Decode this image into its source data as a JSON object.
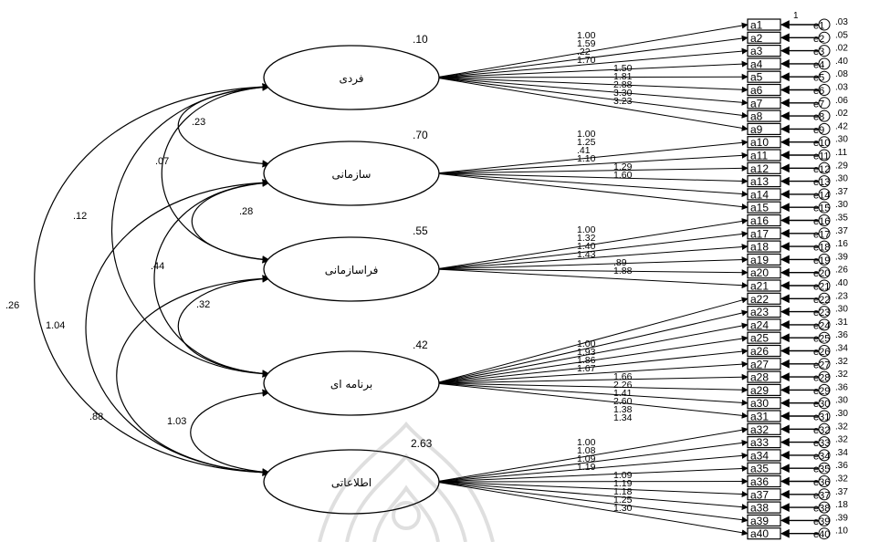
{
  "factors": [
    {
      "id": "f1",
      "label": "فردی",
      "variance": ".10",
      "loadings": [
        "1.00",
        "1.59",
        ".22",
        "1.70",
        "1.50",
        "1.81",
        "2.88",
        "3.30",
        "3.23"
      ]
    },
    {
      "id": "f2",
      "label": "سازمانی",
      "variance": ".70",
      "loadings": [
        "1.00",
        "1.25",
        ".41",
        "1.10",
        "1.29",
        "1.60"
      ]
    },
    {
      "id": "f3",
      "label": "فراسازمانی",
      "variance": ".55",
      "loadings": [
        "1.00",
        "1.32",
        "1.40",
        "1.43",
        ".89",
        "1.88"
      ]
    },
    {
      "id": "f4",
      "label": "برنامه ای",
      "variance": ".42",
      "loadings": [
        "1.00",
        "1.93",
        "1.86",
        "1.67",
        "1.66",
        "2.26",
        "1.41",
        "2.60",
        "1.38",
        "1.34"
      ]
    },
    {
      "id": "f5",
      "label": "اطلاعاتی",
      "variance": "2.63",
      "loadings": [
        "1.00",
        "1.08",
        "1.09",
        "1.19",
        "1.09",
        "1.19",
        "1.18",
        "1.25",
        "1.30"
      ]
    }
  ],
  "covariances": [
    {
      "from": "f1",
      "to": "f2",
      "value": ".23"
    },
    {
      "from": "f1",
      "to": "f3",
      "value": ".07"
    },
    {
      "from": "f1",
      "to": "f4",
      "value": ".12"
    },
    {
      "from": "f1",
      "to": "f5",
      "value": ".26"
    },
    {
      "from": "f2",
      "to": "f3",
      "value": ".28"
    },
    {
      "from": "f2",
      "to": "f4",
      "value": ".44"
    },
    {
      "from": "f2",
      "to": "f5",
      "value": "1.04"
    },
    {
      "from": "f3",
      "to": "f4",
      "value": ".32"
    },
    {
      "from": "f3",
      "to": "f5",
      "value": ".88"
    },
    {
      "from": "f4",
      "to": "f5",
      "value": "1.03"
    }
  ],
  "indicators": [
    {
      "label": "a1",
      "error": "e1",
      "err_var": ".03"
    },
    {
      "label": "a2",
      "error": "e2",
      "err_var": ".05"
    },
    {
      "label": "a3",
      "error": "e3",
      "err_var": ".02"
    },
    {
      "label": "a4",
      "error": "e4",
      "err_var": ".40"
    },
    {
      "label": "a5",
      "error": "e5",
      "err_var": ".08"
    },
    {
      "label": "a6",
      "error": "e6",
      "err_var": ".03"
    },
    {
      "label": "a7",
      "error": "e7",
      "err_var": ".06"
    },
    {
      "label": "a8",
      "error": "e8",
      "err_var": ".02"
    },
    {
      "label": "a9",
      "error": "e9",
      "err_var": ".42"
    },
    {
      "label": "a10",
      "error": "e10",
      "err_var": ".30"
    },
    {
      "label": "a11",
      "error": "e11",
      "err_var": ".11"
    },
    {
      "label": "a12",
      "error": "e12",
      "err_var": ".29"
    },
    {
      "label": "a13",
      "error": "e13",
      "err_var": ".30"
    },
    {
      "label": "a14",
      "error": "e14",
      "err_var": ".37"
    },
    {
      "label": "a15",
      "error": "e15",
      "err_var": ".30"
    },
    {
      "label": "a16",
      "error": "e16",
      "err_var": ".35"
    },
    {
      "label": "a17",
      "error": "e17",
      "err_var": ".37"
    },
    {
      "label": "a18",
      "error": "e18",
      "err_var": ".16"
    },
    {
      "label": "a19",
      "error": "e19",
      "err_var": ".39"
    },
    {
      "label": "a20",
      "error": "e20",
      "err_var": ".26"
    },
    {
      "label": "a21",
      "error": "e21",
      "err_var": ".40"
    },
    {
      "label": "a22",
      "error": "e22",
      "err_var": ".23"
    },
    {
      "label": "a23",
      "error": "e23",
      "err_var": ".30"
    },
    {
      "label": "a24",
      "error": "e24",
      "err_var": ".31"
    },
    {
      "label": "a25",
      "error": "e25",
      "err_var": ".36"
    },
    {
      "label": "a26",
      "error": "e26",
      "err_var": ".34"
    },
    {
      "label": "a27",
      "error": "e27",
      "err_var": ".32"
    },
    {
      "label": "a28",
      "error": "e28",
      "err_var": ".32"
    },
    {
      "label": "a29",
      "error": "e29",
      "err_var": ".36"
    },
    {
      "label": "a30",
      "error": "e30",
      "err_var": ".30"
    },
    {
      "label": "a31",
      "error": "e31",
      "err_var": ".30"
    },
    {
      "label": "a32",
      "error": "e32",
      "err_var": ".32"
    },
    {
      "label": "a33",
      "error": "e33",
      "err_var": ".32"
    },
    {
      "label": "a34",
      "error": "e34",
      "err_var": ".34"
    },
    {
      "label": "a35",
      "error": "e35",
      "err_var": ".36"
    },
    {
      "label": "a36",
      "error": "e36",
      "err_var": ".32"
    },
    {
      "label": "a37",
      "error": "e37",
      "err_var": ".37"
    },
    {
      "label": "a38",
      "error": "e38",
      "err_var": ".18"
    },
    {
      "label": "a39",
      "error": "e39",
      "err_var": ".39"
    },
    {
      "label": "a40",
      "error": "e40",
      "err_var": ".10"
    }
  ],
  "fixed_error_path": "1"
}
